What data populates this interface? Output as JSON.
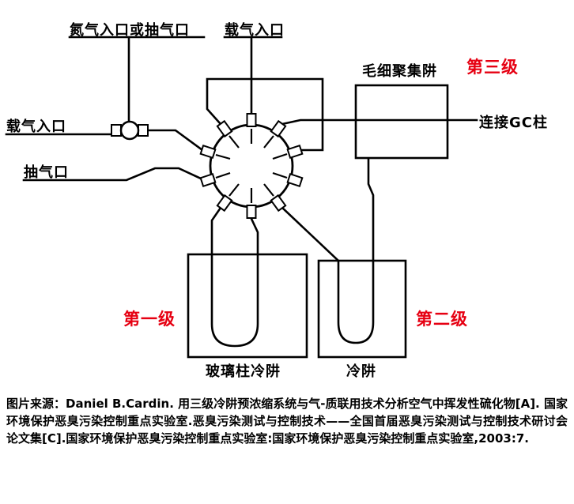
{
  "diagram": {
    "labels": {
      "nitrogen_inlet": "氮气入口或抽气口",
      "carrier_gas_inlet_top": "载气入口",
      "carrier_gas_inlet_left": "载气入口",
      "pump_port": "抽气口",
      "capillary_trap": "毛细聚集阱",
      "stage3": "第三级",
      "gc_column": "连接GC柱",
      "stage1": "第一级",
      "stage2": "第二级",
      "glass_column_trap": "玻璃柱冷阱",
      "cold_trap": "冷阱"
    },
    "colors": {
      "stage_accent": "#e60012",
      "line": "#000000",
      "background": "#ffffff"
    }
  },
  "caption": {
    "text": "图片来源：Daniel B.Cardin. 用三级冷阱预浓缩系统与气-质联用技术分析空气中挥发性硫化物[A]. 国家环境保护恶臭污染控制重点实验室.恶臭污染测试与控制技术——全国首届恶臭污染测试与控制技术研讨会论文集[C].国家环境保护恶臭污染控制重点实验室:国家环境保护恶臭污染控制重点实验室,2003:7."
  }
}
